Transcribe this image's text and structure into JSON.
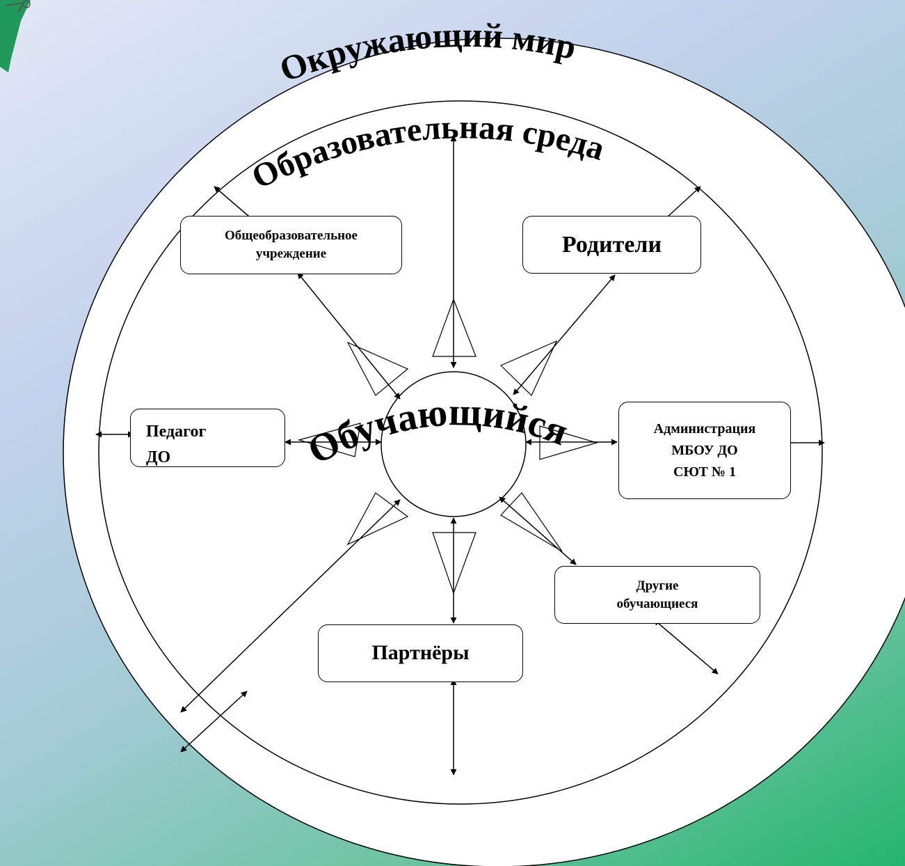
{
  "rings": {
    "outer_label": "Окружающий мир",
    "inner_label": "Образовательная среда"
  },
  "center": {
    "label": "Обучающийся"
  },
  "boxes": {
    "school": "Общеобразовательное учреждение",
    "parents": "Родители",
    "teacher": "Педагог ДО",
    "administration_line1": "Администрация",
    "administration_line2": "МБОУ ДО",
    "administration_line3": "СЮТ № 1",
    "other_students": "Другие обучающиеся",
    "partners": "Партнёры"
  },
  "colors": {
    "gradient_top": "#e2e8f6",
    "gradient_bottom": "#24b56e",
    "logo_green": "#1f9a5a"
  }
}
